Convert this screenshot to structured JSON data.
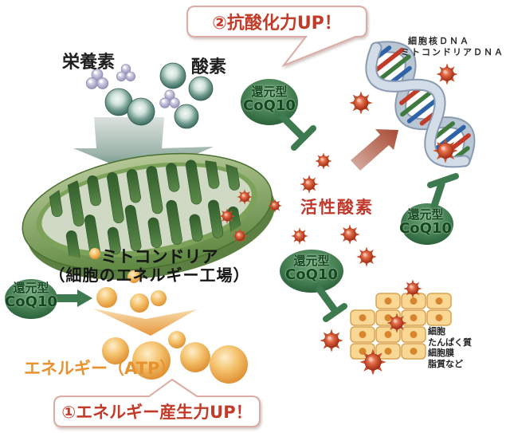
{
  "bubbles": {
    "top": "②抗酸化力UP！",
    "bottom": "①エネルギー産生力UP！"
  },
  "labels": {
    "nutrients": "栄養素",
    "oxygen": "酸素",
    "mitochondria": "ミトコンドリア",
    "mitochondria_sub": "（細胞のエネルギー工場）",
    "reactive_oxygen": "活性酸素",
    "energy_atp": "エネルギー（ATP）",
    "dna_line1": "細胞核ＤＮＡ",
    "dna_line2": "ミトコンドリアＤＮＡ",
    "cell_targets": [
      "細胞",
      "たんぱく質",
      "細胞膜",
      "脂質など"
    ]
  },
  "coq10_badge": {
    "line1": "還元型",
    "line2": "CoQ10"
  },
  "colors": {
    "bubble_text": "#c23b28",
    "bubble_border": "#dcaba3",
    "reactive_oxygen_text": "#c0392b",
    "energy_text": "#e8922f",
    "coq10_text": "#14481f",
    "coq10_green": "#3d7a50",
    "mitochondria_green": "#61893f",
    "ros_red": "#c0391f",
    "dna_rung_blue": "#2e63a8",
    "dna_rung_red": "#c23b28",
    "dna_rung_green": "#3e7a3e",
    "cell_fill": "#f8d894",
    "label_text": "#1f1f1f"
  }
}
